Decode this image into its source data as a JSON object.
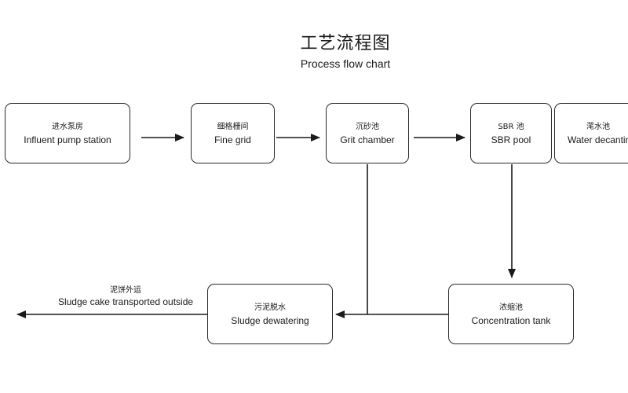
{
  "title": "工艺流程图",
  "subtitle": "Process flow chart",
  "nodes": [
    {
      "id": "pump",
      "cn": "进水泵房",
      "en": "Influent pump station"
    },
    {
      "id": "grid",
      "cn": "细格栅间",
      "en": "Fine grid"
    },
    {
      "id": "grit",
      "cn": "沉砂池",
      "en": "Grit chamber"
    },
    {
      "id": "sbr",
      "cn": "SBR 池",
      "en": "SBR pool"
    },
    {
      "id": "decant",
      "cn": "滗水池",
      "en": "Water decanting"
    },
    {
      "id": "dewater",
      "cn": "污泥脱水",
      "en": "Sludge dewatering"
    },
    {
      "id": "conc",
      "cn": "浓缩池",
      "en": "Concentration tank"
    }
  ],
  "outlet_label": {
    "cn": "泥饼外运",
    "en": "Sludge cake transported outside"
  }
}
